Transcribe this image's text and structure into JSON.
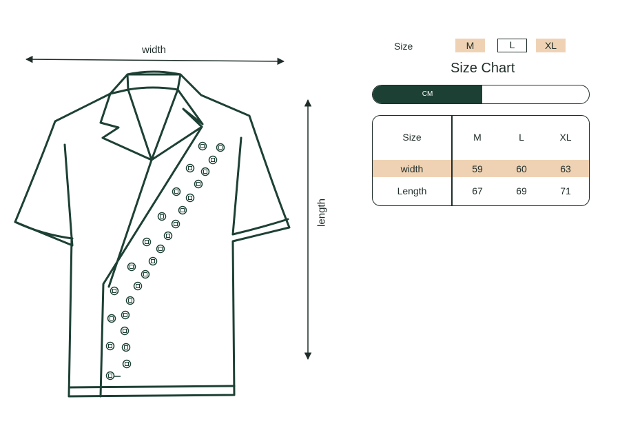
{
  "dimensions": {
    "width_label": "width",
    "length_label": "length"
  },
  "size_selector": {
    "label": "Size",
    "options": [
      {
        "label": "M",
        "style": "filled"
      },
      {
        "label": "L",
        "style": "outlined"
      },
      {
        "label": "XL",
        "style": "filled"
      }
    ]
  },
  "chart_title": "Size Chart",
  "unit_toggle": {
    "active_label": "CM"
  },
  "table": {
    "header": [
      "Size",
      "M",
      "L",
      "XL"
    ],
    "rows": [
      {
        "label": "width",
        "values": [
          "59",
          "60",
          "63"
        ],
        "highlight": true
      },
      {
        "label": "Length",
        "values": [
          "67",
          "69",
          "71"
        ],
        "highlight": false
      }
    ]
  },
  "colors": {
    "ink": "#1f2d2a",
    "green": "#1d4035",
    "accent": "#efd2b4"
  }
}
